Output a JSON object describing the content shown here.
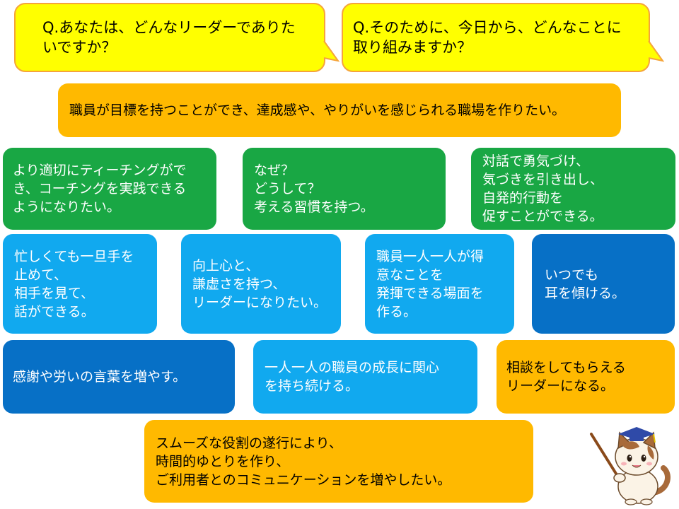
{
  "questions": {
    "q1": "Q.あなたは、どんなリーダーでありた\nいですか？",
    "q2": "Q.そのために、今日から、どんなことに\n取り組みますか？"
  },
  "answers": {
    "main": "職員が目標を持つことができ、達成感や、やりがいを感じられる職場を作りたい。",
    "row1": [
      "より適切にティーチングができ、コーチングを実践できる\nようになりたい。",
      "なぜ？\nどうして？\n考える習慣を持つ。",
      "対話で勇気づけ、\n気づきを引き出し、\n自発的行動を\n促すことができる。"
    ],
    "row2": [
      "忙しくても一旦手を\n止めて、\n相手を見て、\n話ができる。",
      "向上心と、\n謙虚さを持つ、\nリーダーになりたい。",
      "職員一人一人が得\n意なことを\n発揮できる場面を\n作る。",
      "いつでも\n耳を傾ける。"
    ],
    "row3": [
      "感謝や労いの言葉を増やす。",
      "一人一人の職員の成長に関心\nを持ち続ける。",
      "相談をしてもらえる\nリーダーになる。"
    ],
    "bottom": "スムーズな役割の遂行により、\n時間的ゆとりを作り、\nご利用者とのコミュニケーションを増やしたい。"
  },
  "colors": {
    "bubble_fill": "#ffff00",
    "bubble_border": "#f5a43b",
    "orange": "#ffb900",
    "green": "#19a744",
    "sky_blue": "#11a9ef",
    "navy_blue": "#0770c6"
  },
  "illustration": {
    "icon": "cat-teacher-with-pointer-icon"
  }
}
